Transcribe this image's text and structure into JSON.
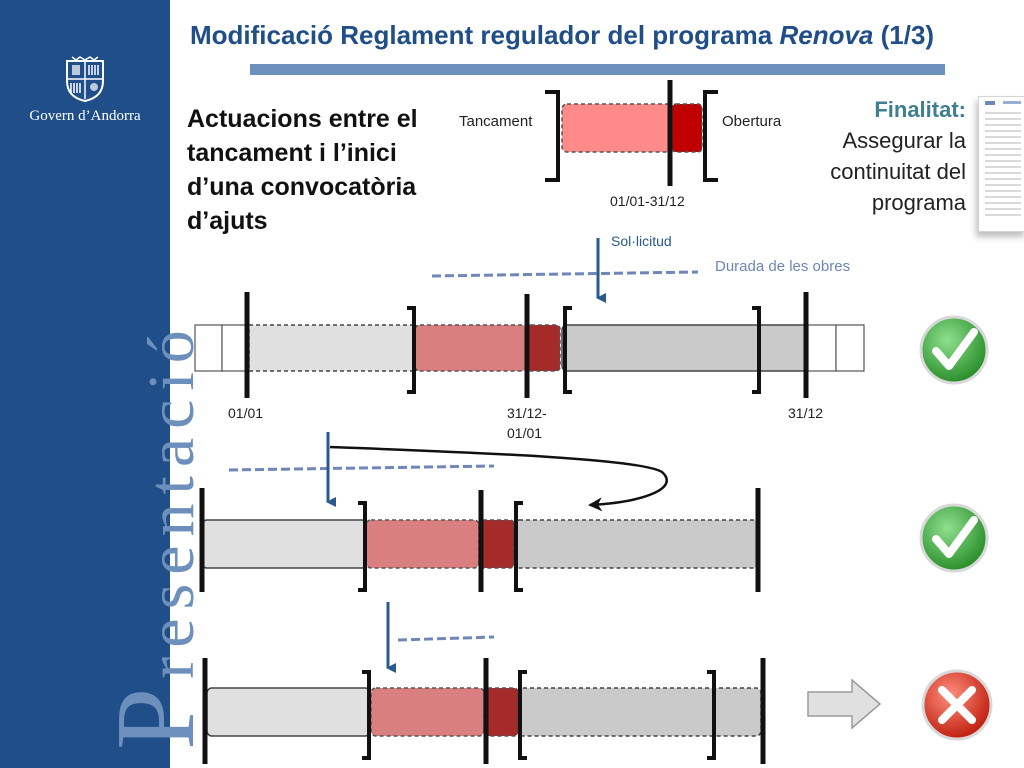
{
  "sidebar": {
    "org_name": "Govern d’Andorra",
    "vertical_word_initial": "P",
    "vertical_word_rest": "resentació"
  },
  "title": {
    "main": "Modificació Reglament regulador del programa ",
    "italic": "Renova",
    "suffix": " (1/3)"
  },
  "heading": "Actuacions entre el tancament i l’inici d’una convocatòria d’ajuts",
  "finalitat": {
    "label": "Finalitat:",
    "line1": "Assegurar la",
    "line2": "continuitat del",
    "line3": "programa"
  },
  "legend": {
    "close_label": "Tancament",
    "open_label": "Obertura",
    "period_label": "01/01-31/12"
  },
  "labels": {
    "request": "Sol·licitud",
    "works_duration": "Durada de les obres",
    "date_start": "01/01",
    "date_mid": "31/12-",
    "date_mid2": "01/01",
    "date_end": "31/12"
  },
  "scenarios": [
    {
      "outcome": "valid",
      "icon": "green-check-icon"
    },
    {
      "outcome": "valid",
      "icon": "green-check-icon"
    },
    {
      "outcome": "invalid",
      "icon": "red-cross-icon"
    }
  ],
  "colors": {
    "brand_blue": "#1f4e89",
    "closing_fill": "#ff8a8a",
    "transition_fill": "#c00000",
    "period_fill": "#d8d8d8",
    "arrow_blue": "#2a5a8c",
    "dashed_line": "#6f86b8",
    "ok_green": "#3aa63a",
    "fail_red": "#d03020"
  }
}
